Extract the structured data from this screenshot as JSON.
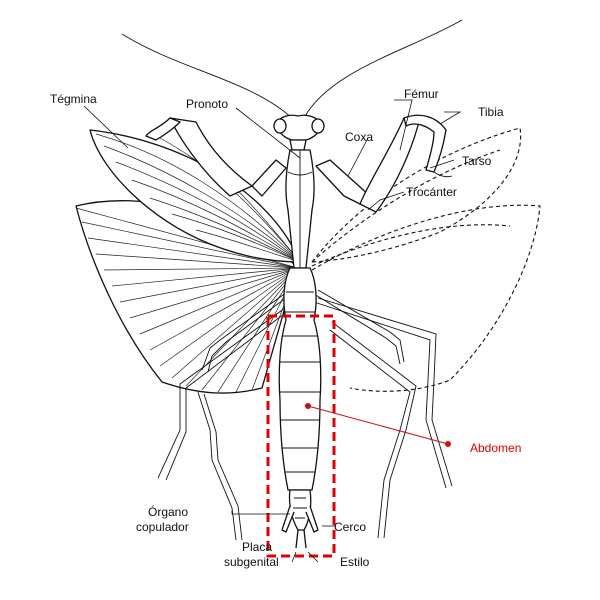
{
  "colors": {
    "ink": "#111111",
    "highlight": "#e00000",
    "leader_red": "#cc1111",
    "background": "#ffffff"
  },
  "labels": {
    "tegmina": "Tégmina",
    "pronoto": "Pronoto",
    "femur": "Fémur",
    "tibia": "Tibia",
    "coxa": "Coxa",
    "tarso": "Tarso",
    "trocanter": "Trocánter",
    "abdomen": "Abdomen",
    "organo_line1": "Órgano",
    "organo_line2": "copulador",
    "cerco": "Cerco",
    "placa_line1": "Placa",
    "placa_line2": "subgenital",
    "estilo": "Estilo"
  }
}
